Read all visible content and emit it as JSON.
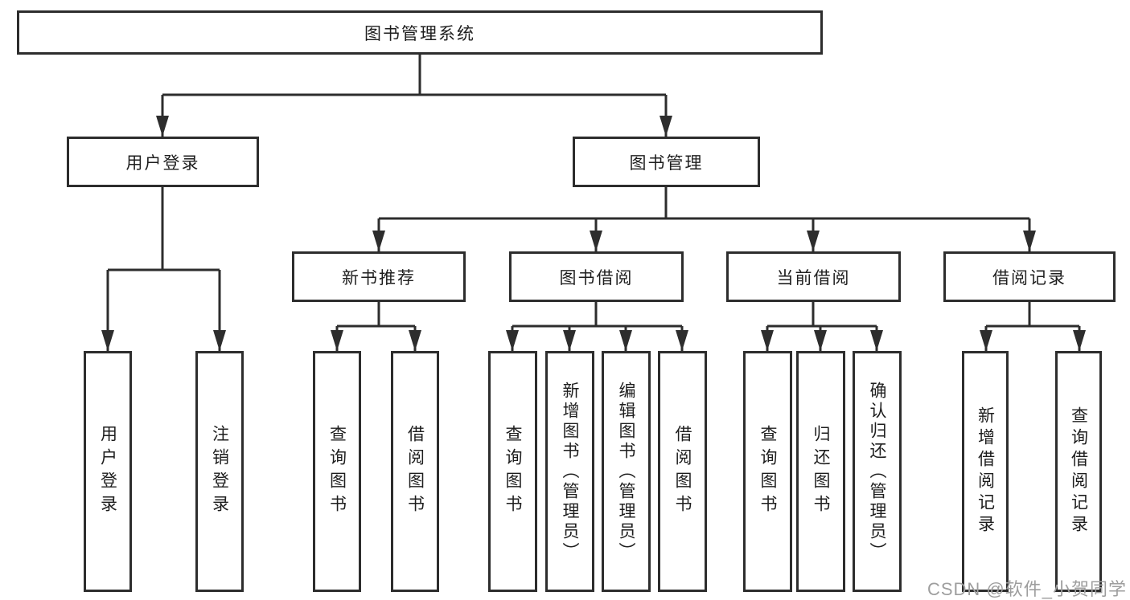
{
  "diagram": {
    "root": {
      "label": "图书管理系统"
    },
    "level2": [
      "用户登录",
      "图书管理"
    ],
    "level3": [
      "新书推荐",
      "图书借阅",
      "当前借阅",
      "借阅记录"
    ],
    "leaves": {
      "login": [
        "用户登录",
        "注销登录"
      ],
      "recommend": [
        "查询图书",
        "借阅图书"
      ],
      "borrow": [
        "查询图书",
        "新增图书（管理员）",
        "编辑图书（管理员）",
        "借阅图书"
      ],
      "current": [
        "查询图书",
        "归还图书",
        "确认归还（管理员）"
      ],
      "records": [
        "新增借阅记录",
        "查询借阅记录"
      ]
    }
  },
  "watermark": "CSDN @软件_小贺同学",
  "colors": {
    "line": "#2d2d2d",
    "text": "#1e1e1e",
    "watermark": "#9e9e9e",
    "background": "#ffffff"
  }
}
